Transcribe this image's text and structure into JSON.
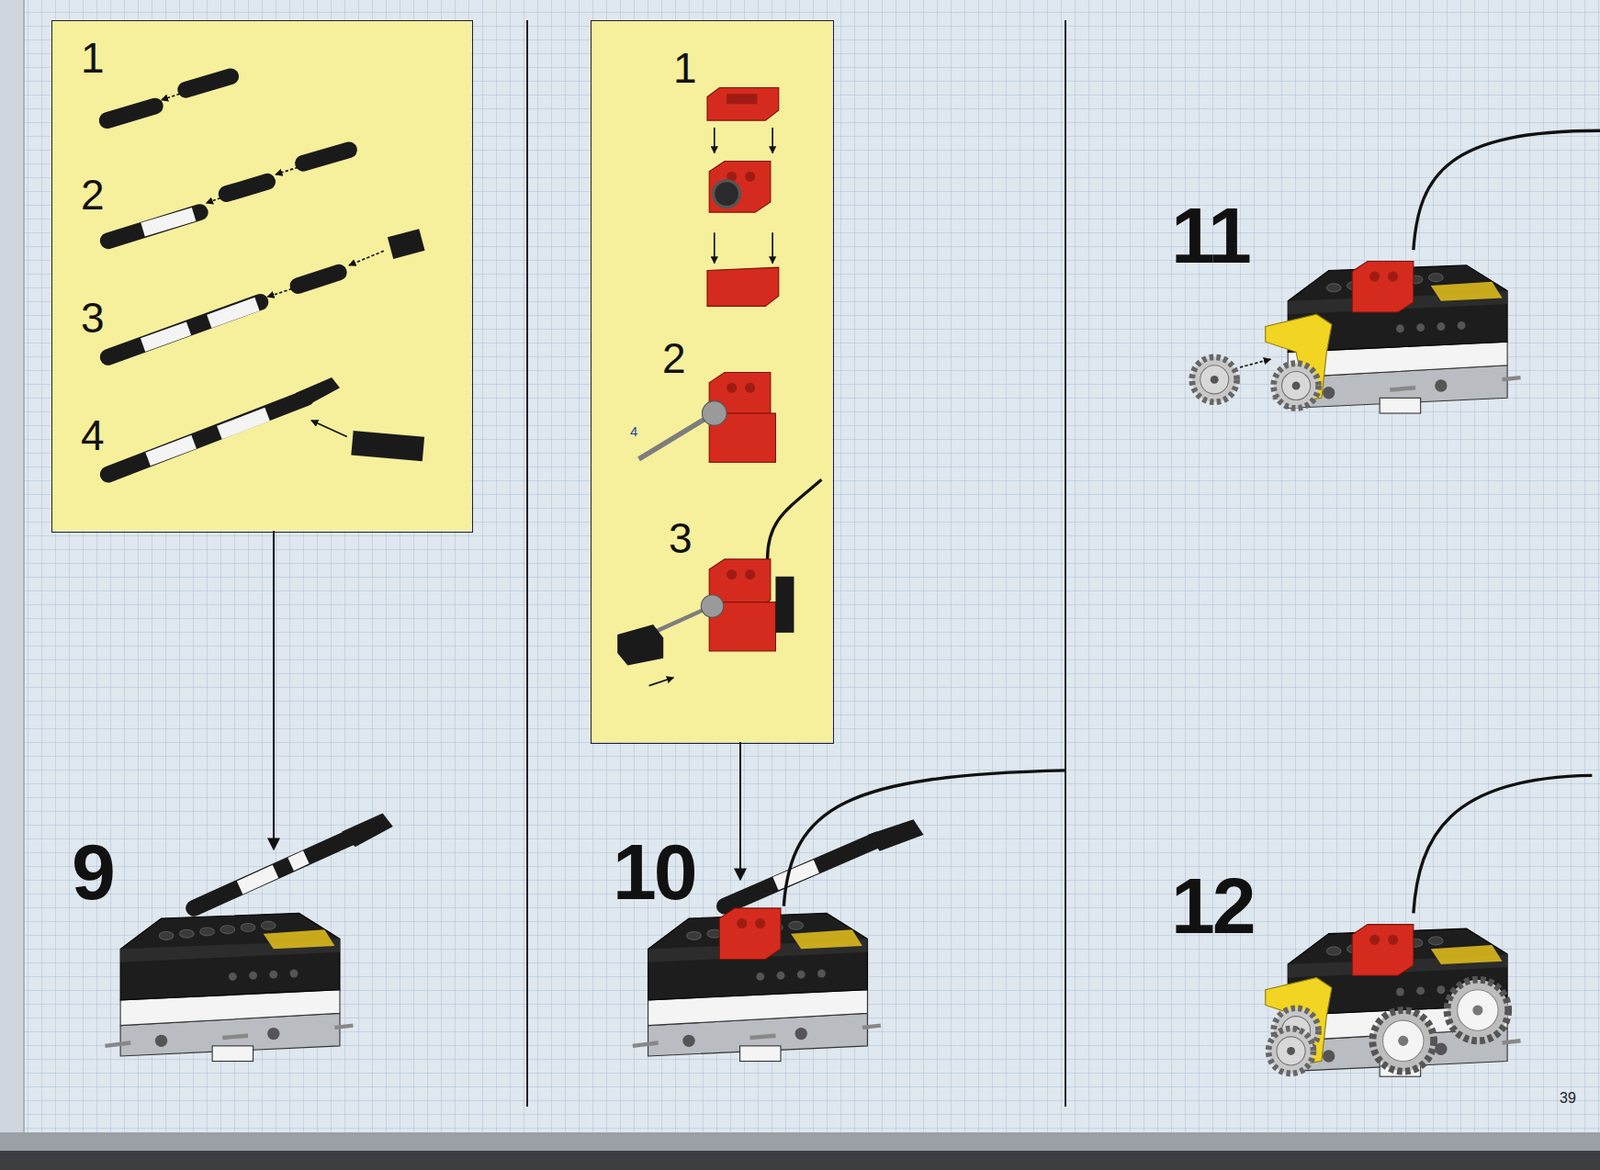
{
  "diagram": {
    "nodes": [
      {
        "text": [
          "1",
          "2",
          "3",
          "4"
        ]
      },
      {
        "text": [
          "1",
          "2",
          "3"
        ]
      }
    ],
    "labels": [
      "9",
      "10",
      "4",
      "11",
      "12",
      "39"
    ]
  }
}
